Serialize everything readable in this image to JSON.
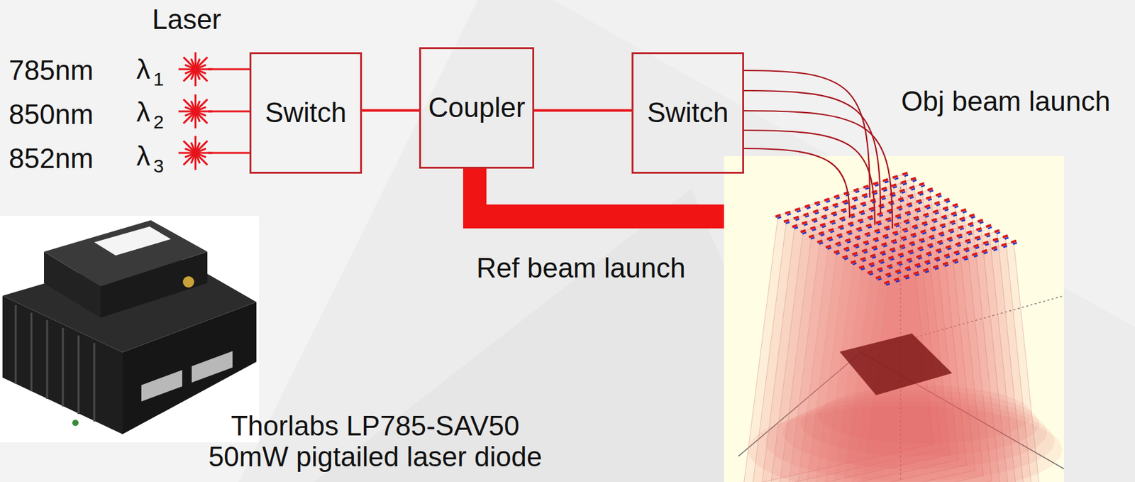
{
  "diagram": {
    "nodes": [
      {
        "text": [
          "Switch"
        ]
      },
      {
        "text": [
          "Coupler"
        ]
      },
      {
        "text": [
          "Switch"
        ]
      }
    ],
    "edges": [
      {
        "from": 0,
        "to": 1,
        "arrow": "none"
      },
      {
        "from": 1,
        "to": 2,
        "arrow": "none"
      }
    ],
    "labels": [
      "Laser",
      "785nm",
      "λ",
      "1",
      "850nm",
      "λ",
      "2",
      "852nm",
      "λ",
      "3",
      "Obj beam launch",
      "Ref beam launch",
      "Thorlabs LP785-SAV50",
      "50mW pigtailed laser diode"
    ]
  }
}
